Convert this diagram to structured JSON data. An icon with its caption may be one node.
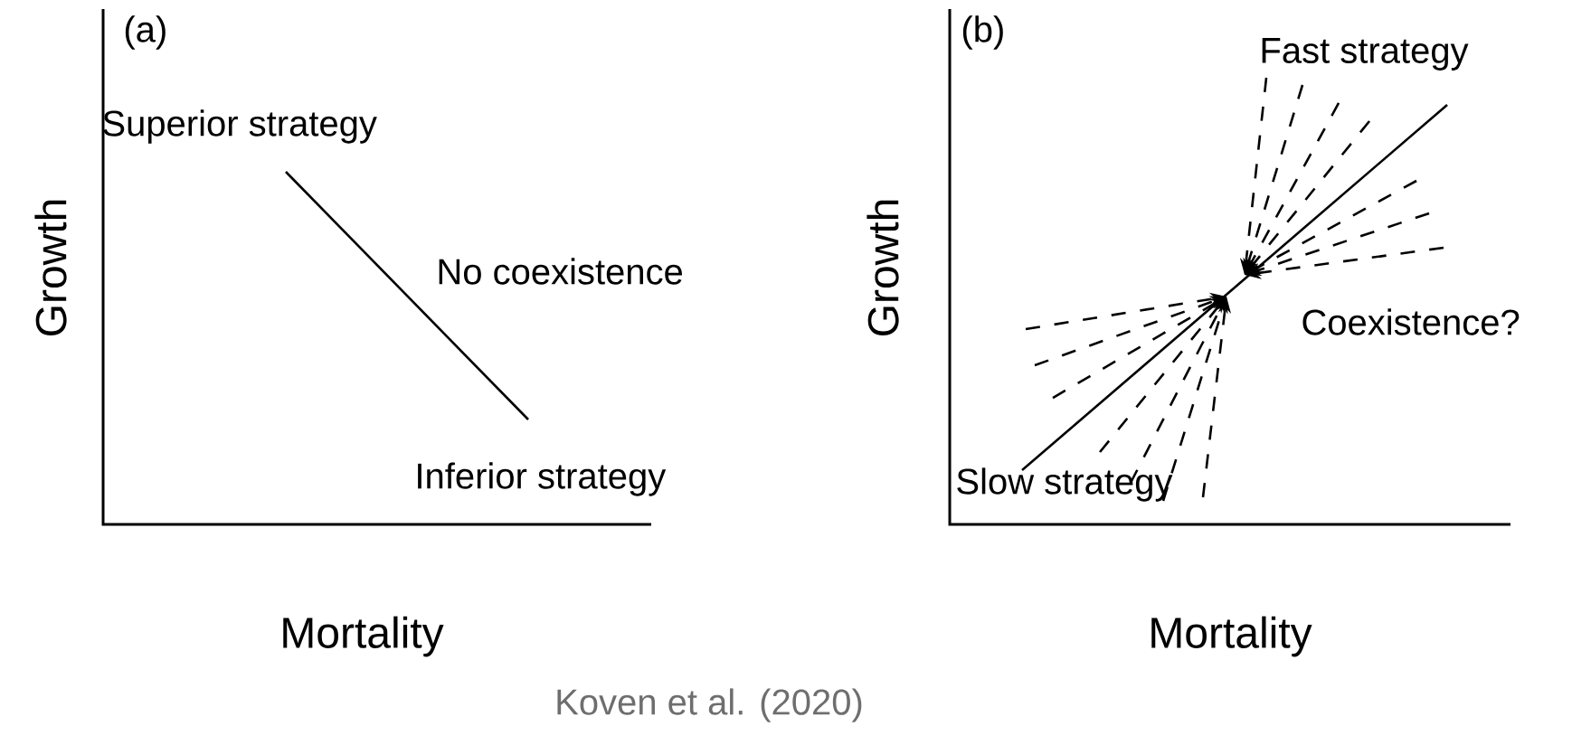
{
  "diagram": {
    "caption": "Koven et al. (2020)",
    "labels": [
      "(a)",
      "Superior strategy",
      "No coexistence",
      "Growth",
      "Inferior strategy",
      "Mortality",
      "(b)",
      "Fast strategy",
      "Growth",
      "Coexistence?",
      "Slow strategy",
      "Mortality"
    ]
  }
}
